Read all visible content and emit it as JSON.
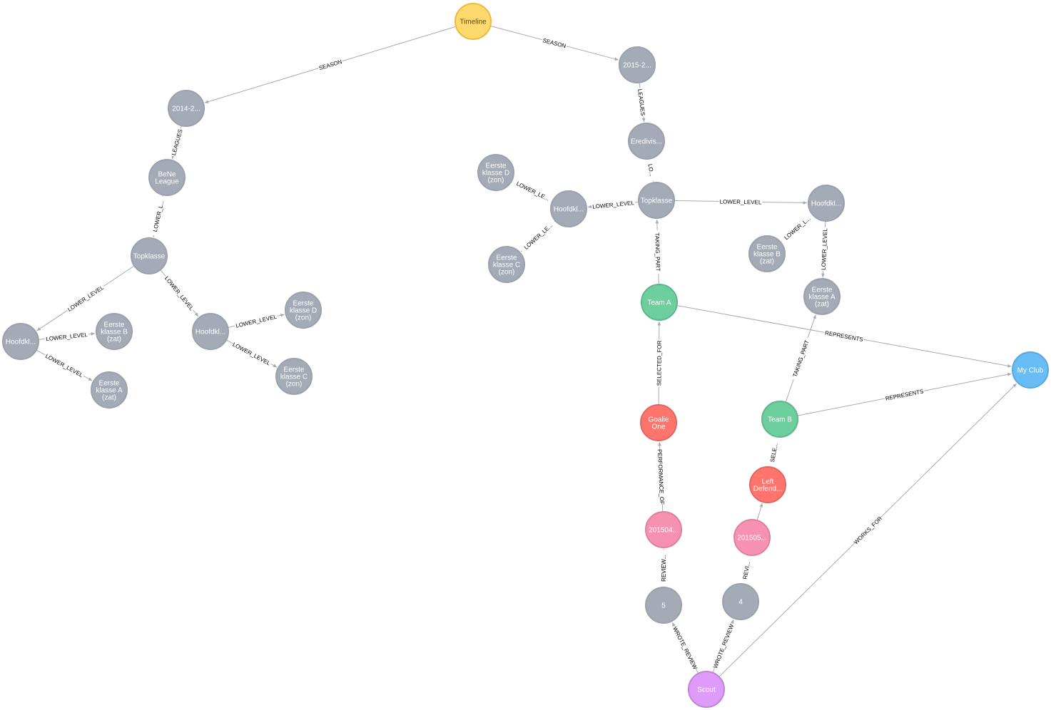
{
  "colors": {
    "timeline": "#ffd86e",
    "timeline_border": "#edba39",
    "generic": "#a5abb6",
    "generic_border": "#9aa1ac",
    "team": "#6dce9e",
    "team_border": "#60b58b",
    "player": "#ff756e",
    "player_border": "#e06760",
    "review": "#f691b2",
    "review_border": "#dc8299",
    "club": "#68bdf6",
    "club_border": "#5ca8db",
    "scout": "#de9bf9",
    "scout_border": "#bf85d6",
    "edge": "#a5abb6"
  },
  "nodes": [
    {
      "id": "timeline",
      "label": "Timeline",
      "kind": "timeline"
    },
    {
      "id": "s2014",
      "label": "2014-2...",
      "kind": "generic"
    },
    {
      "id": "s2015",
      "label": "2015-2...",
      "kind": "generic"
    },
    {
      "id": "bene",
      "label": "BeNe League",
      "kind": "generic"
    },
    {
      "id": "ered",
      "label": "Eredivis...",
      "kind": "generic"
    },
    {
      "id": "topL",
      "label": "Topklasse",
      "kind": "generic"
    },
    {
      "id": "topR",
      "label": "Topklasse",
      "kind": "generic"
    },
    {
      "id": "hoofdLL",
      "label": "Hoofdkl...",
      "kind": "generic"
    },
    {
      "id": "hoofdLR",
      "label": "Hoofdkl...",
      "kind": "generic"
    },
    {
      "id": "hoofdRL",
      "label": "Hoofdkl...",
      "kind": "generic"
    },
    {
      "id": "hoofdRR",
      "label": "Hoofdkl...",
      "kind": "generic"
    },
    {
      "id": "ekBL",
      "label": "Eerste klasse B (zat)",
      "kind": "generic"
    },
    {
      "id": "ekAL",
      "label": "Eerste klasse A (zat)",
      "kind": "generic"
    },
    {
      "id": "ekDL",
      "label": "Eerste klasse D (zon)",
      "kind": "generic"
    },
    {
      "id": "ekCL",
      "label": "Eerste klasse C (zon)",
      "kind": "generic"
    },
    {
      "id": "ekDR",
      "label": "Eerste klasse D (zon)",
      "kind": "generic"
    },
    {
      "id": "ekCR",
      "label": "Eerste klasse C (zon)",
      "kind": "generic"
    },
    {
      "id": "ekBR",
      "label": "Eerste klasse B (zat)",
      "kind": "generic"
    },
    {
      "id": "ekAR",
      "label": "Eerste klasse A (zat)",
      "kind": "generic"
    },
    {
      "id": "teamA",
      "label": "Team A",
      "kind": "team"
    },
    {
      "id": "teamB",
      "label": "Team B",
      "kind": "team"
    },
    {
      "id": "myclub",
      "label": "My Club",
      "kind": "club"
    },
    {
      "id": "goalie",
      "label": "Goalie One",
      "kind": "player"
    },
    {
      "id": "leftdef",
      "label": "Left Defend...",
      "kind": "player"
    },
    {
      "id": "perf1",
      "label": "201504...",
      "kind": "review"
    },
    {
      "id": "perf2",
      "label": "201505...",
      "kind": "review"
    },
    {
      "id": "r5",
      "label": "5",
      "kind": "generic"
    },
    {
      "id": "r4",
      "label": "4",
      "kind": "generic"
    },
    {
      "id": "scout",
      "label": "Scout",
      "kind": "scout"
    }
  ],
  "edges": [
    {
      "from": "timeline",
      "to": "s2014",
      "label": "SEASON"
    },
    {
      "from": "timeline",
      "to": "s2015",
      "label": "SEASON"
    },
    {
      "from": "s2014",
      "to": "bene",
      "label": "LEAGUES"
    },
    {
      "from": "s2015",
      "to": "ered",
      "label": "LEAGUES"
    },
    {
      "from": "bene",
      "to": "topL",
      "label": "LOWER_L..."
    },
    {
      "from": "ered",
      "to": "topR",
      "label": "LO..."
    },
    {
      "from": "topL",
      "to": "hoofdLL",
      "label": "LOWER_LEVEL"
    },
    {
      "from": "topL",
      "to": "hoofdLR",
      "label": "LOWER_LEVEL"
    },
    {
      "from": "hoofdLL",
      "to": "ekBL",
      "label": "LOWER_LEVEL"
    },
    {
      "from": "hoofdLL",
      "to": "ekAL",
      "label": "LOWER_LEVEL"
    },
    {
      "from": "hoofdLR",
      "to": "ekDL",
      "label": "LOWER_LEVEL"
    },
    {
      "from": "hoofdLR",
      "to": "ekCL",
      "label": "LOWER_LEVEL"
    },
    {
      "from": "topR",
      "to": "hoofdRL",
      "label": "LOWER_LEVEL"
    },
    {
      "from": "topR",
      "to": "hoofdRR",
      "label": "LOWER_LEVEL"
    },
    {
      "from": "hoofdRL",
      "to": "ekDR",
      "label": "LOWER_LE..."
    },
    {
      "from": "hoofdRL",
      "to": "ekCR",
      "label": "LOWER_LE..."
    },
    {
      "from": "hoofdRR",
      "to": "ekBR",
      "label": "LOWER_L..."
    },
    {
      "from": "hoofdRR",
      "to": "ekAR",
      "label": "LOWER_LEVEL"
    },
    {
      "from": "teamA",
      "to": "topR",
      "label": "TAKING_PART"
    },
    {
      "from": "teamB",
      "to": "ekAR",
      "label": "TAKING_PART"
    },
    {
      "from": "teamA",
      "to": "myclub",
      "label": "REPRESENTS"
    },
    {
      "from": "teamB",
      "to": "myclub",
      "label": "REPRESENTS"
    },
    {
      "from": "goalie",
      "to": "teamA",
      "label": "SELECTED_FOR"
    },
    {
      "from": "leftdef",
      "to": "teamB",
      "label": "SELE..."
    },
    {
      "from": "perf1",
      "to": "goalie",
      "label": "PERFORMANCE_OF"
    },
    {
      "from": "perf2",
      "to": "leftdef",
      "label": ""
    },
    {
      "from": "r5",
      "to": "perf1",
      "label": "REVIEW..."
    },
    {
      "from": "r4",
      "to": "perf2",
      "label": "REVI..."
    },
    {
      "from": "scout",
      "to": "r5",
      "label": "WROTE_REVIEW"
    },
    {
      "from": "scout",
      "to": "r4",
      "label": "WROTE_REVIEW"
    },
    {
      "from": "scout",
      "to": "myclub",
      "label": "WORKS_FOR"
    }
  ]
}
